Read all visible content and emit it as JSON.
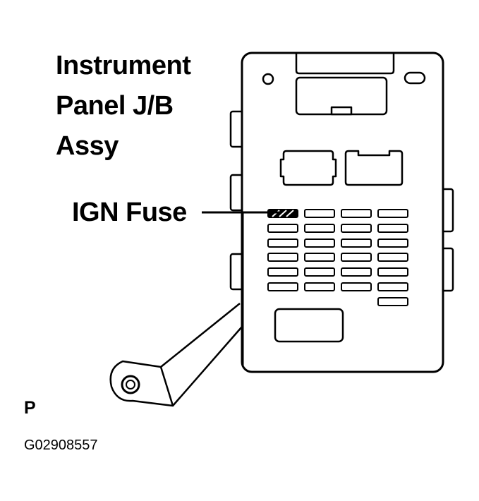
{
  "title_lines": [
    "Instrument",
    "Panel J/B",
    "Assy"
  ],
  "callout": "IGN Fuse",
  "view_letter": "P",
  "figure_code": "G02908557"
}
